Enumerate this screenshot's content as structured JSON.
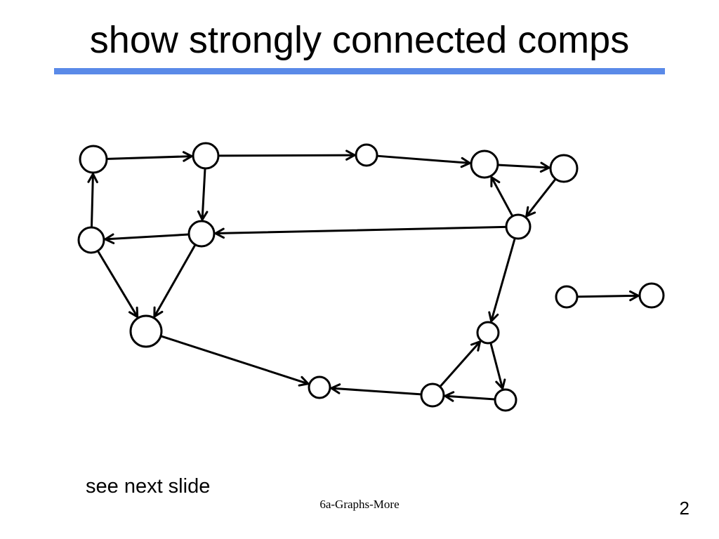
{
  "slide": {
    "title": "show strongly connected comps",
    "note": "see next slide",
    "footer": "6a-Graphs-More",
    "page_number": "2"
  },
  "colors": {
    "title_rule": "#5a8ae8",
    "ink": "#000000",
    "background": "#ffffff"
  },
  "graph": {
    "nodes": [
      "n1",
      "n2",
      "n3",
      "n4",
      "n5",
      "n6",
      "n7",
      "n8",
      "n9",
      "n10",
      "n11",
      "n12",
      "n13",
      "n14",
      "n15",
      "n16"
    ],
    "edges": [
      [
        "n1",
        "n2"
      ],
      [
        "n2",
        "n3"
      ],
      [
        "n3",
        "n4"
      ],
      [
        "n4",
        "n5"
      ],
      [
        "n5",
        "n10"
      ],
      [
        "n10",
        "n4"
      ],
      [
        "n2",
        "n7"
      ],
      [
        "n10",
        "n7"
      ],
      [
        "n7",
        "n6"
      ],
      [
        "n6",
        "n1"
      ],
      [
        "n6",
        "n8"
      ],
      [
        "n7",
        "n8"
      ],
      [
        "n8",
        "n9"
      ],
      [
        "n10",
        "n11"
      ],
      [
        "n11",
        "n14"
      ],
      [
        "n14",
        "n12"
      ],
      [
        "n12",
        "n11"
      ],
      [
        "n12",
        "n9"
      ],
      [
        "n15",
        "n16"
      ]
    ]
  }
}
